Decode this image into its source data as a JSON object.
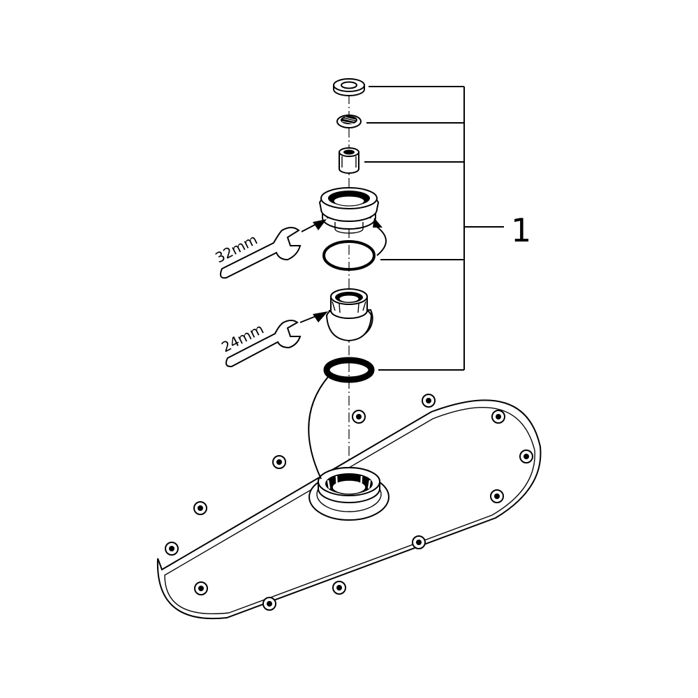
{
  "diagram": {
    "callout_number": "1",
    "wrench_large_label": "32mm",
    "wrench_small_label": "24mm"
  }
}
